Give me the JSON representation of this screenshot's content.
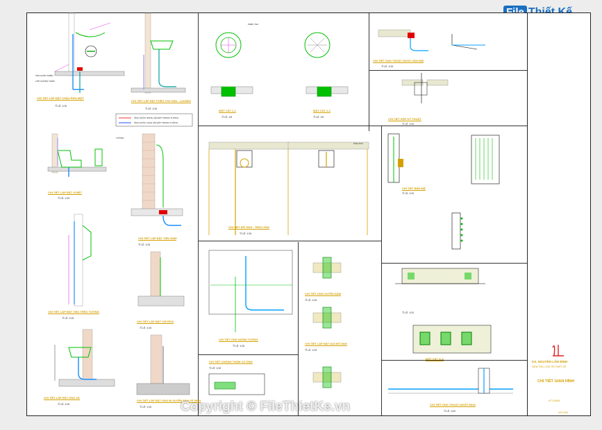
{
  "logo": {
    "box": "File",
    "name": "Thiết Kế",
    "tld": ".vn"
  },
  "watermark": "Copyright © FileThietKe.vn",
  "title_block": {
    "engineer": "KS. NGUYỄN LÂM BÌNH",
    "role": "KIỂM TRA, CHỦ TRÌ THIẾT KẾ",
    "drawing_title": "CHI TIẾT GIAN HÌNH",
    "sheet_code": "KT-03/05",
    "number": "NS-1/5/5"
  },
  "panels": {
    "p1": {
      "title": "CHI TIẾT LẮP ĐẶT CHẬU RỬA MẶT",
      "scale": "TỈ LỆ: 1/15"
    },
    "p2": {
      "title": "CHI TIẾT LẮP ĐẶT PHỄU THU SÀN - LAVABO",
      "scale": "TỈ LỆ: 1/15"
    },
    "p3": {
      "title": "CHI TIẾT LẮP ĐẶT XÍ BỆT",
      "scale": "TỈ LỆ: 1/15"
    },
    "p4": {
      "title": "CHI TIẾT LẮP ĐẶT TIỂU NAM",
      "scale": "TỈ LỆ: 1/15"
    },
    "p5": {
      "title": "CHI TIẾT LẮP ĐẶT TIỂU TREO TƯỜNG",
      "scale": "TỈ LỆ: 1/15"
    },
    "p6": {
      "title": "CHI TIẾT LẮP ĐẶT VÒI RỬA",
      "scale": "TỈ LỆ: 1/15"
    },
    "p7": {
      "title": "CHI TIẾT LẮP ĐẶT ỐNG XẢ",
      "scale": "TỈ LỆ: 1/15"
    },
    "p8": {
      "title": "CHI TIẾT LẮP ĐẶT ỐNG ĐI XUYÊN SÀN VỆ SINH",
      "scale": "TỈ LỆ: 1/15"
    },
    "p9": {
      "title": "MẶT CẮT 1-1",
      "scale": "TỈ LỆ: 1/5"
    },
    "p10": {
      "title": "MẶT CẮT 2-2",
      "scale": "TỈ LỆ: 1/5"
    },
    "p11": {
      "title": "CHI TIẾT ĐỠ ỐNG - TREO ỐNG",
      "scale": "TỈ LỆ: 1/15"
    },
    "p12": {
      "title": "CHI TIẾT ỐNG NGẦM TƯỜNG",
      "scale": "TỈ LỆ: 1/15"
    },
    "p13": {
      "title": "CHI TIẾT ỐNG XUYÊN DẦM",
      "scale": "TỈ LỆ: 1/15"
    },
    "p14": {
      "title": "CHI TIẾT LẮP ĐẶT GIÁ ĐỠ ỐNG",
      "scale": "TỈ LỆ: 1/15"
    },
    "p15": {
      "title": "CHI TIẾT CHỐNG THẤM CỔ ỐNG",
      "scale": "TỈ LỆ: 1/15"
    },
    "p16": {
      "title": "CHI TIẾT ỐNG THOÁT NƯỚC SÀN MÁI",
      "scale": "TỈ LỆ: 1/15"
    },
    "p17": {
      "title": "CHI TIẾT HỘP KỸ THUẬT",
      "scale": "TỈ LỆ: 1/10"
    },
    "p18": {
      "title": "CHI TIẾT BẢN MÃ",
      "scale": "TỈ LỆ: 1/10"
    },
    "p19": {
      "title": "MẶT CẮT A-A",
      "scale": "TỈ LỆ: 1/10"
    },
    "p20": {
      "title": "CHI TIẾT ỐNG THOÁT NƯỚC MƯA",
      "scale": "TỈ LỆ: 1/20"
    }
  },
  "legend": [
    "ỐNG NƯỚC NÓNG LẮP ĐẶT TRONG TƯỜNG",
    "ỐNG NƯỚC LẠNH LẮP ĐẶT TRONG TƯỜNG"
  ],
  "labels": {
    "floor": "SÀN HOÀN THIỆN",
    "waterproof": "LỚP CHỐNG THẤM",
    "wall": "TƯỜNG",
    "drain": "PHỄU THU",
    "pipe": "ỐNG PVC"
  }
}
